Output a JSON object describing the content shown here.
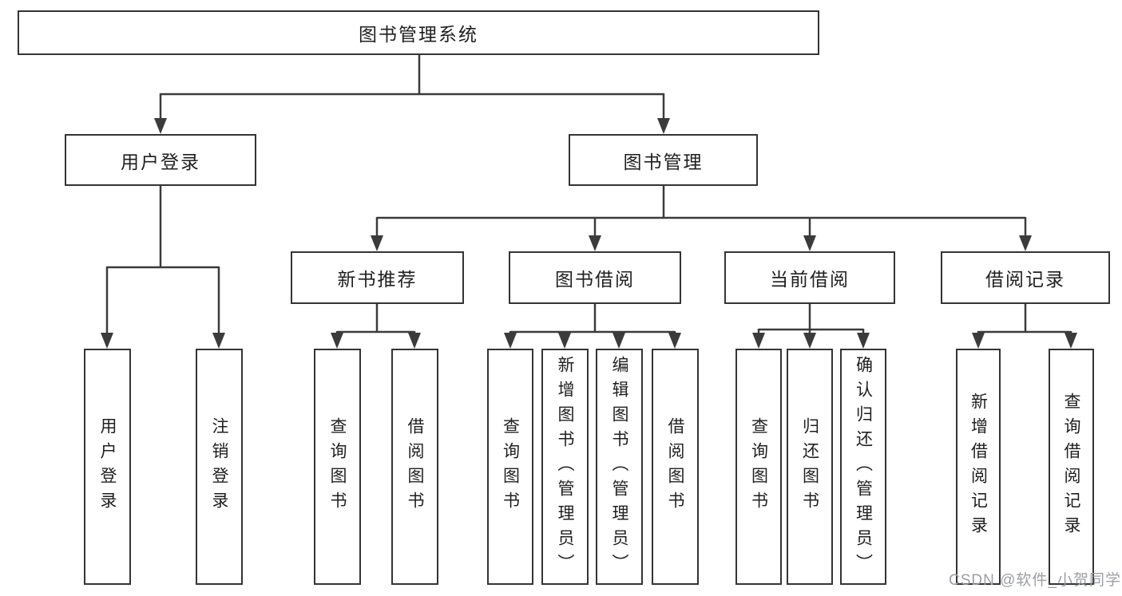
{
  "diagram": {
    "nodes": {
      "root": {
        "label": "图书管理系统"
      },
      "user_login": {
        "label": "用户登录"
      },
      "book_mgmt": {
        "label": "图书管理"
      },
      "new_book_rec": {
        "label": "新书推荐"
      },
      "book_borrow": {
        "label": "图书借阅"
      },
      "current_borrow": {
        "label": "当前借阅"
      },
      "borrow_record": {
        "label": "借阅记录"
      },
      "leaves": [
        {
          "label": "用户登录"
        },
        {
          "label": "注销登录"
        },
        {
          "label": "查询图书"
        },
        {
          "label": "借阅图书"
        },
        {
          "label": "查询图书"
        },
        {
          "label": "新增图书（管理员）"
        },
        {
          "label": "编辑图书（管理员）"
        },
        {
          "label": "借阅图书"
        },
        {
          "label": "查询图书"
        },
        {
          "label": "归还图书"
        },
        {
          "label": "确认归还（管理员）"
        },
        {
          "label": "新增借阅记录"
        },
        {
          "label": "查询借阅记录"
        }
      ]
    },
    "line_color": "#3b3b3b"
  },
  "watermark": {
    "text": "CSDN @软件_小贺同学"
  }
}
